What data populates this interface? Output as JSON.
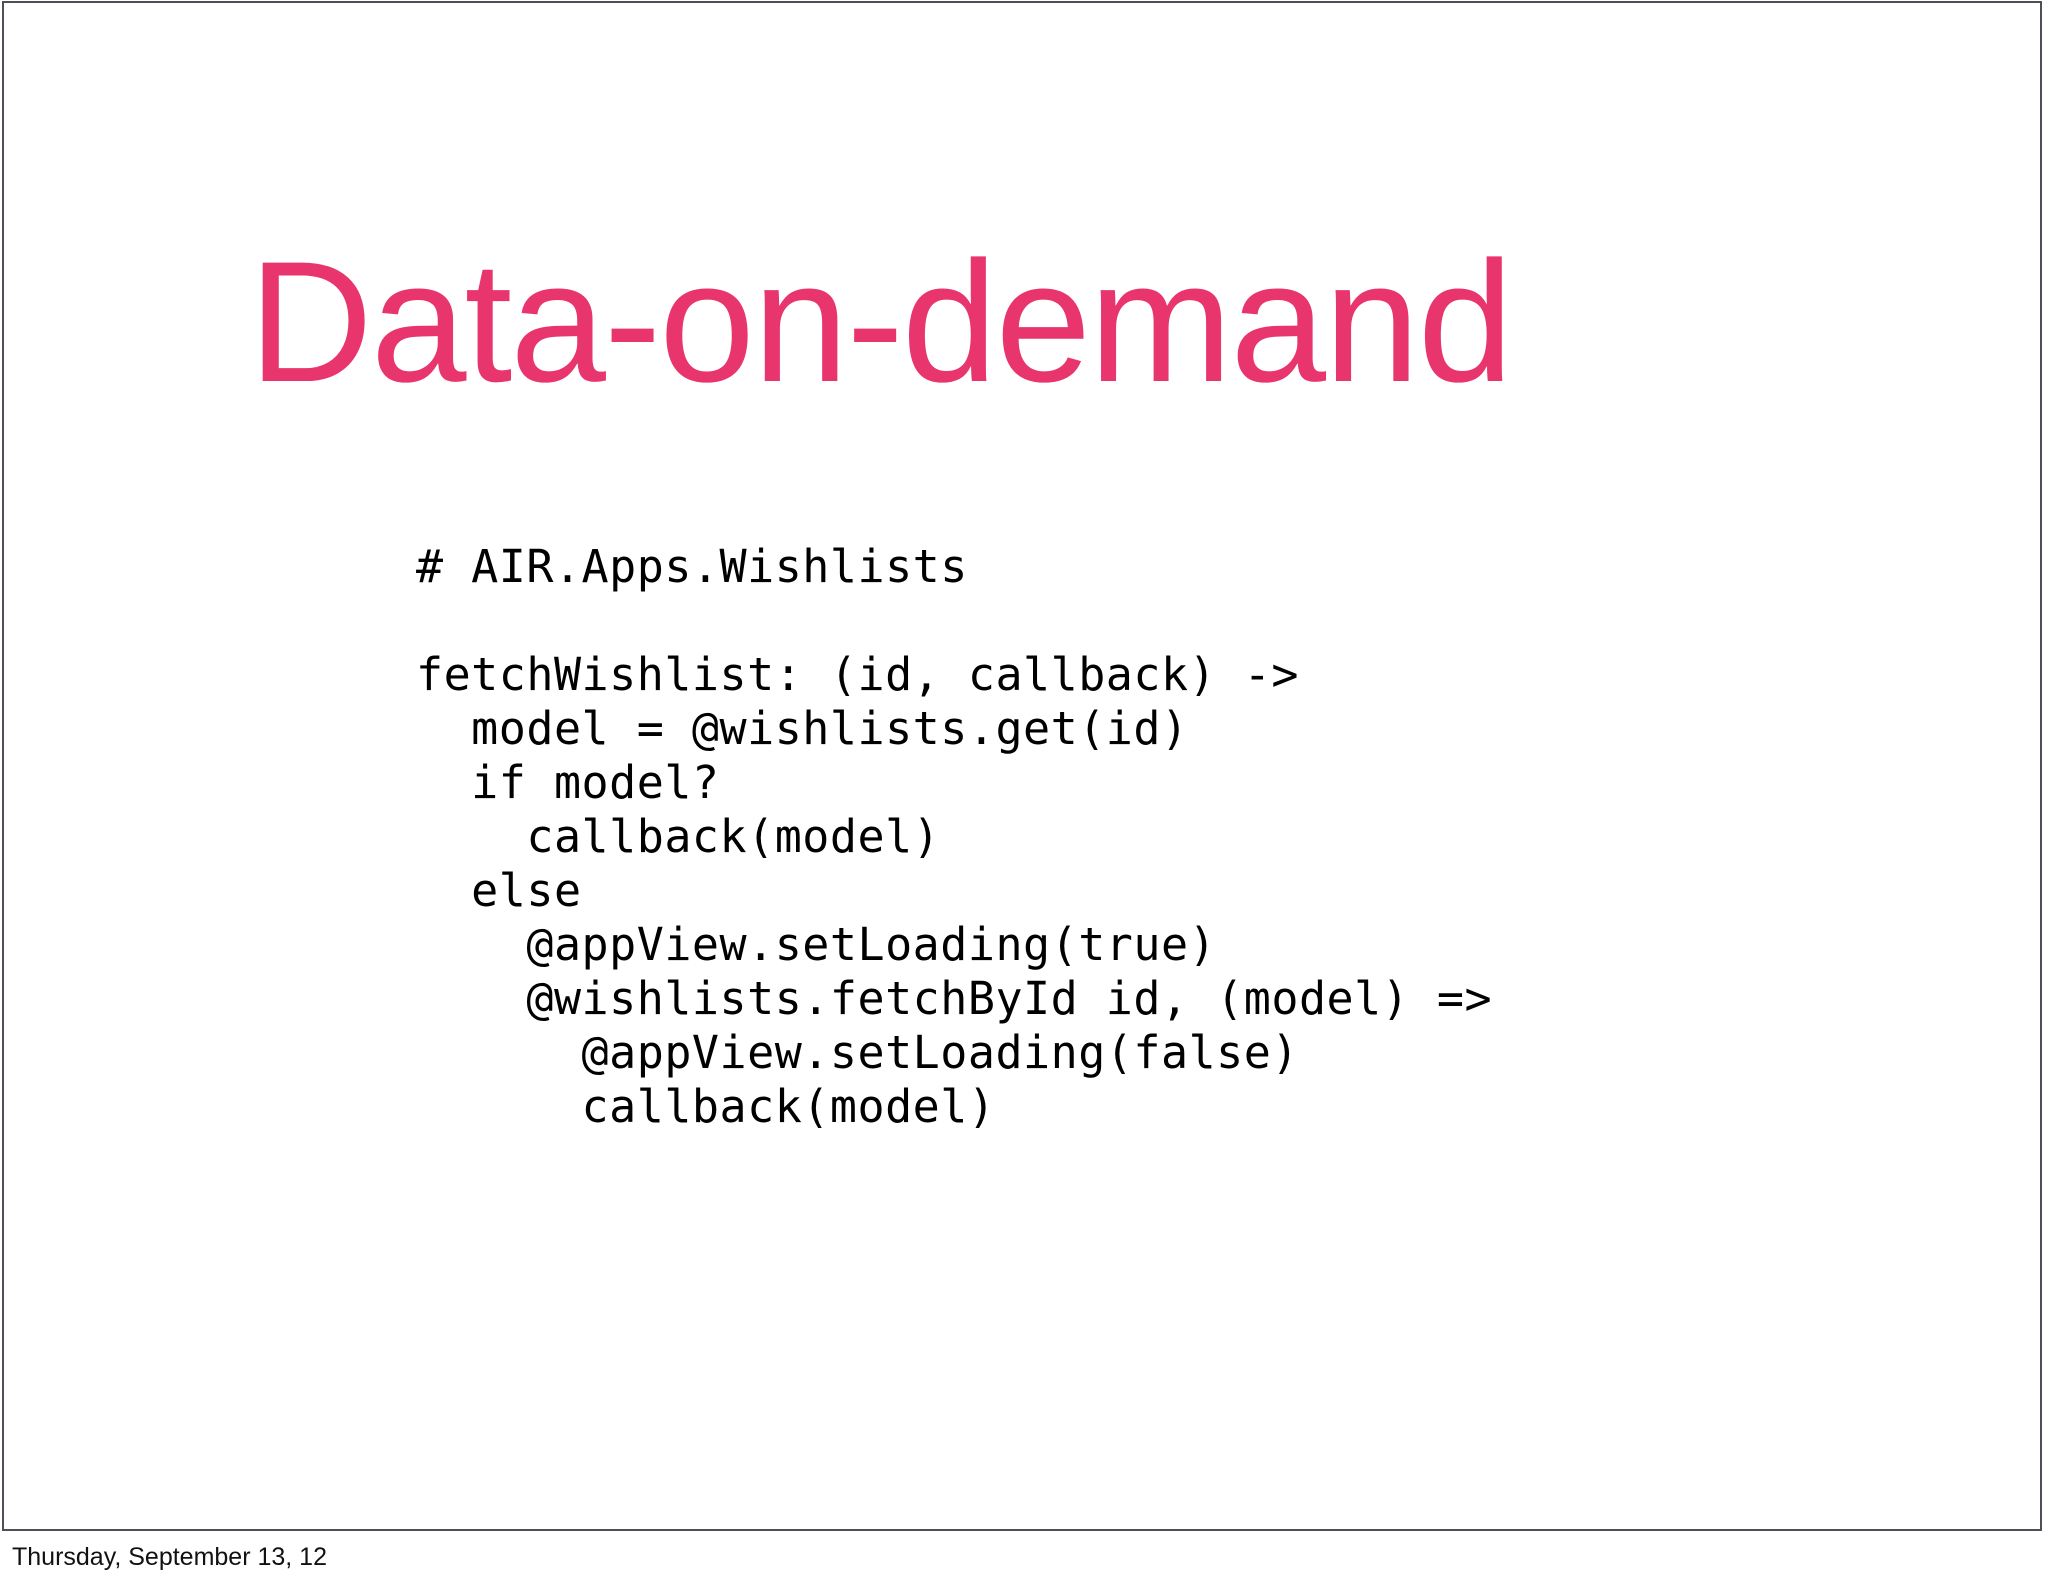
{
  "slide": {
    "title": "Data-on-demand",
    "title_color": "#e8356d",
    "background_color": "#ffffff",
    "border_color": "#4f4f57",
    "code_color": "#000000",
    "code": {
      "lines": [
        "# AIR.Apps.Wishlists",
        "",
        "fetchWishlist: (id, callback) ->",
        "  model = @wishlists.get(id)",
        "  if model?",
        "    callback(model)",
        "  else",
        "    @appView.setLoading(true)",
        "    @wishlists.fetchById id, (model) =>",
        "      @appView.setLoading(false)",
        "      callback(model)"
      ]
    }
  },
  "footer": {
    "date": "Thursday, September 13, 12"
  }
}
